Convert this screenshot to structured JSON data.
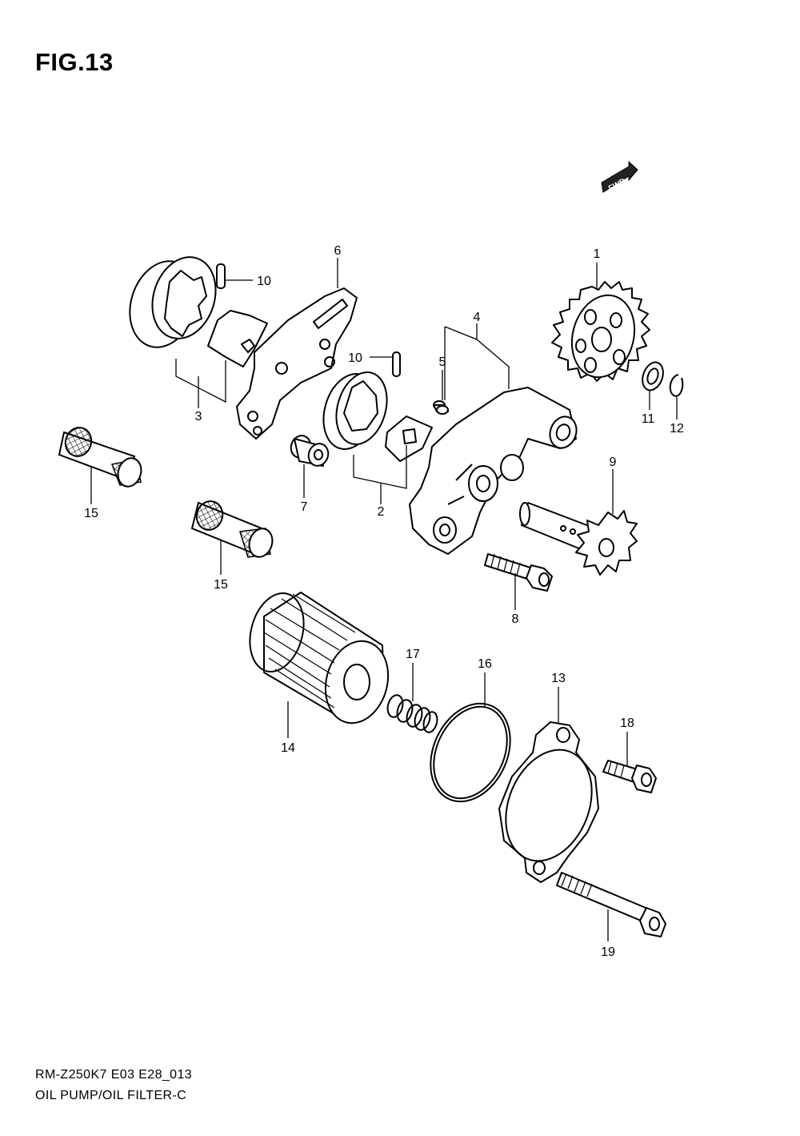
{
  "figure": {
    "title": "FIG.13",
    "direction_badge": "FWD"
  },
  "footer": {
    "model_code": "RM-Z250K7 E03 E28_013",
    "section_name": "OIL PUMP/OIL FILTER-C"
  },
  "callouts": {
    "c1": "1",
    "c2": "2",
    "c3": "3",
    "c4": "4",
    "c5": "5",
    "c6": "6",
    "c7": "7",
    "c8": "8",
    "c9": "9",
    "c10a": "10",
    "c10b": "10",
    "c11": "11",
    "c12": "12",
    "c13": "13",
    "c14": "14",
    "c15a": "15",
    "c15b": "15",
    "c16": "16",
    "c17": "17",
    "c18": "18",
    "c19": "19"
  }
}
